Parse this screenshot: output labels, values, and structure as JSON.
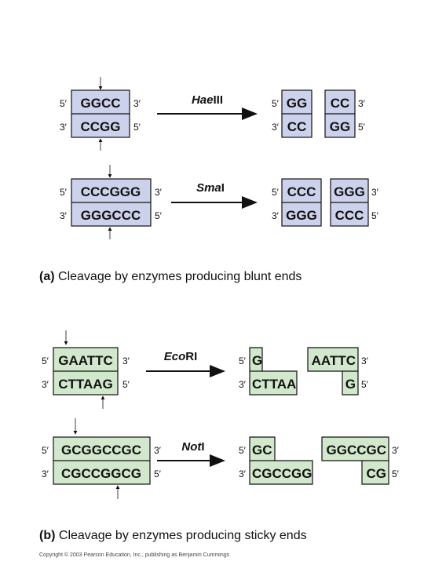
{
  "colors": {
    "blunt_fill": "#cdd2ec",
    "sticky_fill": "#d2e8cd",
    "stroke": "#111111"
  },
  "ends": {
    "five": "5′",
    "three": "3′"
  },
  "haeiii": {
    "enzyme_italic": "Hae",
    "enzyme_roman": "III",
    "left_top": "GGCC",
    "left_bottom": "CCGG",
    "frag1_top": "GG",
    "frag1_bottom": "CC",
    "frag2_top": "CC",
    "frag2_bottom": "GG"
  },
  "smai": {
    "enzyme_italic": "Sma",
    "enzyme_roman": "I",
    "left_top": "CCCGGG",
    "left_bottom": "GGGCCC",
    "frag1_top": "CCC",
    "frag1_bottom": "GGG",
    "frag2_top": "GGG",
    "frag2_bottom": "CCC"
  },
  "caption_a": {
    "label": "(a)",
    "text": " Cleavage by enzymes producing blunt ends"
  },
  "ecori": {
    "enzyme_italic": "Eco",
    "enzyme_roman": "RI",
    "left_top": "GAATTC",
    "left_bottom": "CTTAAG",
    "frag1_top": "G",
    "frag1_bottom": "CTTAA",
    "frag2_top": "AATTC",
    "frag2_bottom": "G"
  },
  "noti": {
    "enzyme_italic": "Not",
    "enzyme_roman": "I",
    "left_top": "GCGGCCGC",
    "left_bottom": "CGCCGGCG",
    "frag1_top": "GC",
    "frag1_bottom": "CGCCGG",
    "frag2_top": "GGCCGC",
    "frag2_bottom": "CG"
  },
  "caption_b": {
    "label": "(b)",
    "text": " Cleavage by enzymes producing sticky ends"
  },
  "copyright": "Copyright © 2003 Pearson Education, Inc., publishing as Benjamin Cummings"
}
